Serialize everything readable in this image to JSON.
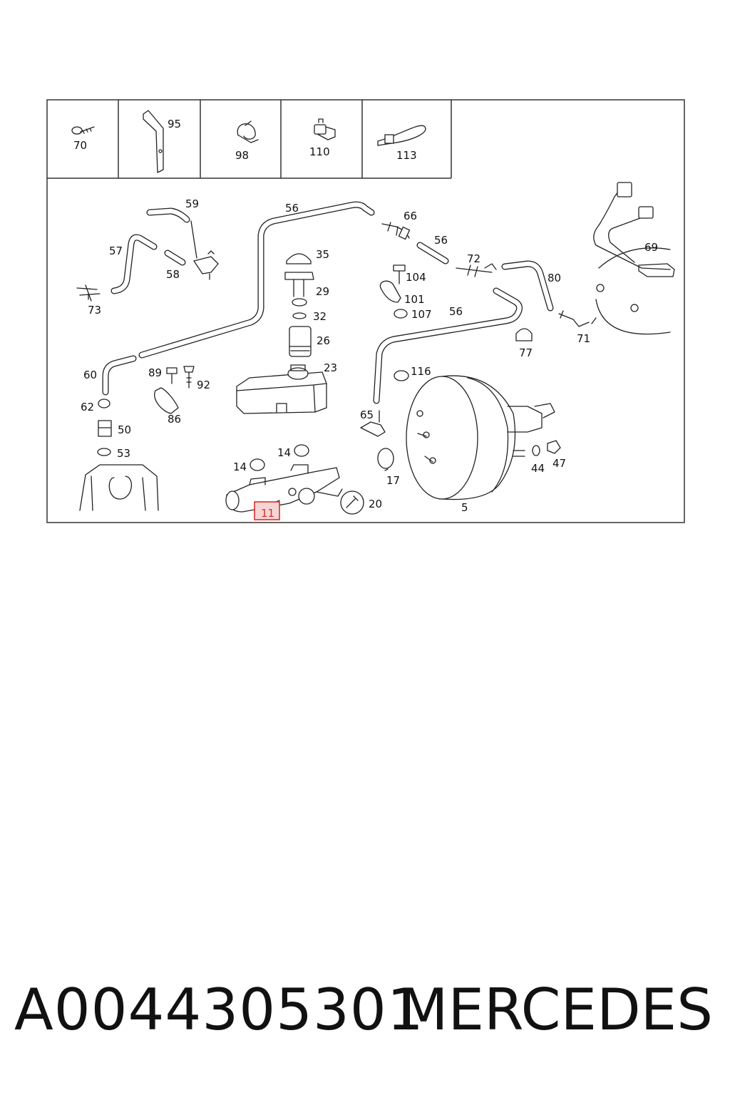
{
  "diagram": {
    "callouts": {
      "p70": "70",
      "p95": "95",
      "p98": "98",
      "p110": "110",
      "p113": "113",
      "p59": "59",
      "p56a": "56",
      "p66": "66",
      "p57": "57",
      "p58": "58",
      "p35": "35",
      "p56b": "56",
      "p72": "72",
      "p69": "69",
      "p104": "104",
      "p80": "80",
      "p29": "29",
      "p73": "73",
      "p101": "101",
      "p32": "32",
      "p107": "107",
      "p56c": "56",
      "p71": "71",
      "p26": "26",
      "p77": "77",
      "p89": "89",
      "p23": "23",
      "p116": "116",
      "p60": "60",
      "p92": "92",
      "p62": "62",
      "p86": "86",
      "p65": "65",
      "p50": "50",
      "p53": "53",
      "p14a": "14",
      "p14b": "14",
      "p17": "17",
      "p44": "44",
      "p47": "47",
      "p20": "20",
      "p5": "5",
      "p11": "11"
    },
    "highlight_color": "#d9302c",
    "highlight_fill": "#f6d6d4"
  },
  "footer": {
    "part_number": "A0044305301",
    "brand": "MERCEDES"
  }
}
